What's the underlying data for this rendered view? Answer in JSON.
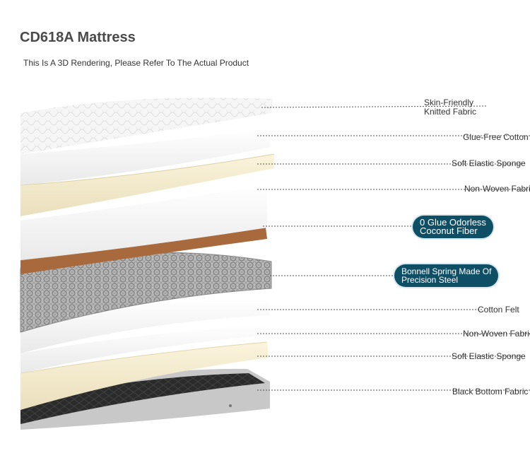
{
  "header": {
    "title": "CD618A Mattress",
    "subtitle": "This Is A 3D Rendering, Please Refer To The Actual Product"
  },
  "layers": [
    {
      "line1": "Skin-Friendly",
      "line2": "Knitted Fabric"
    },
    {
      "line1": "Glue-Free Cotton"
    },
    {
      "line1": "Soft Elastic Sponge"
    },
    {
      "line1": "Non-Woven Fabric"
    },
    {
      "line1": "0 Glue Odorless",
      "line2": "Coconut Fiber"
    },
    {
      "line1": "Bonnell Spring Made Of",
      "line2": "Precision Steel"
    },
    {
      "line1": "Cotton Felt"
    },
    {
      "line1": "Non-Woven Fabric"
    },
    {
      "line1": "Soft Elastic Sponge"
    },
    {
      "line1": "Black Bottom Fabric"
    }
  ],
  "colors": {
    "highlight_pill": "#0f4f66",
    "sponge": "#f1e7c6",
    "coconut": "#a86a3d",
    "spring": "#9a9a9a",
    "bottom": "#2a2a2a"
  }
}
